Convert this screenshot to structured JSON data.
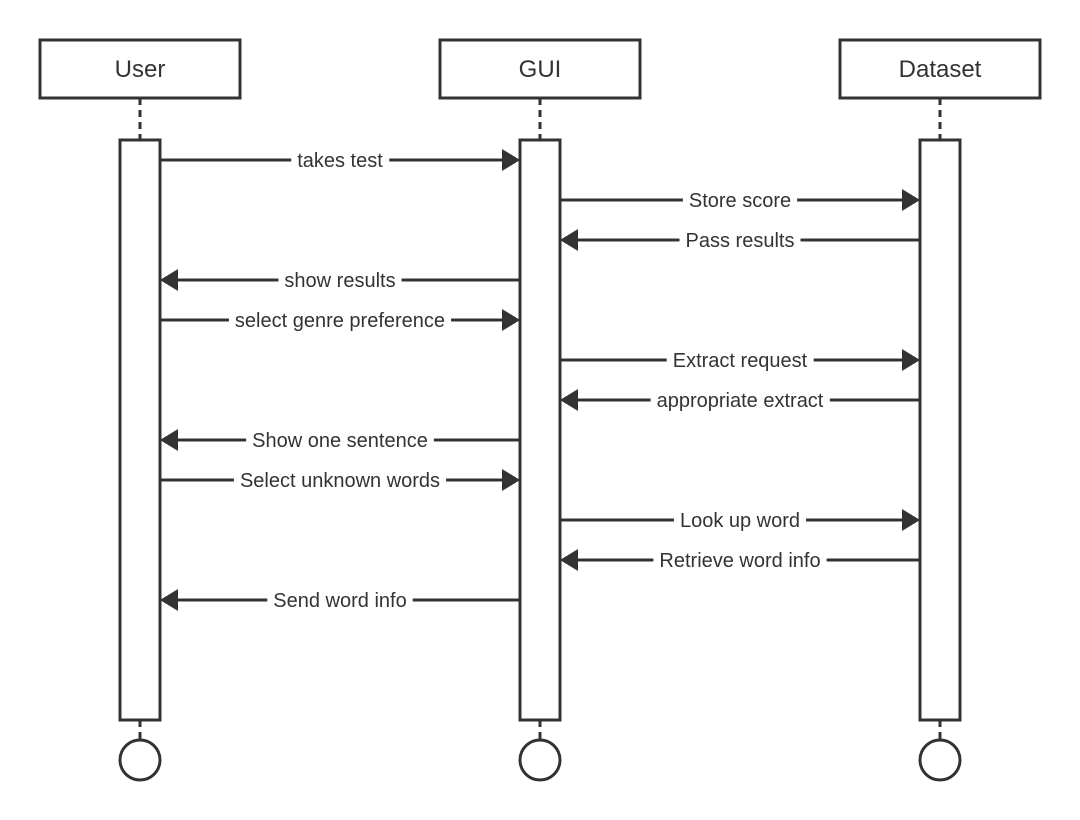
{
  "participants": [
    {
      "id": "user",
      "label": "User"
    },
    {
      "id": "gui",
      "label": "GUI"
    },
    {
      "id": "dataset",
      "label": "Dataset"
    }
  ],
  "messages": [
    {
      "from": "user",
      "to": "gui",
      "label": "takes test"
    },
    {
      "from": "gui",
      "to": "dataset",
      "label": "Store score"
    },
    {
      "from": "dataset",
      "to": "gui",
      "label": "Pass results"
    },
    {
      "from": "gui",
      "to": "user",
      "label": "show results"
    },
    {
      "from": "user",
      "to": "gui",
      "label": "select genre preference"
    },
    {
      "from": "gui",
      "to": "dataset",
      "label": "Extract request"
    },
    {
      "from": "dataset",
      "to": "gui",
      "label": "appropriate extract"
    },
    {
      "from": "gui",
      "to": "user",
      "label": "Show one sentence"
    },
    {
      "from": "user",
      "to": "gui",
      "label": "Select unknown words"
    },
    {
      "from": "gui",
      "to": "dataset",
      "label": "Look up word"
    },
    {
      "from": "dataset",
      "to": "gui",
      "label": "Retrieve word info"
    },
    {
      "from": "gui",
      "to": "user",
      "label": "Send word info"
    }
  ],
  "colors": {
    "stroke": "#333333",
    "background": "#ffffff"
  }
}
